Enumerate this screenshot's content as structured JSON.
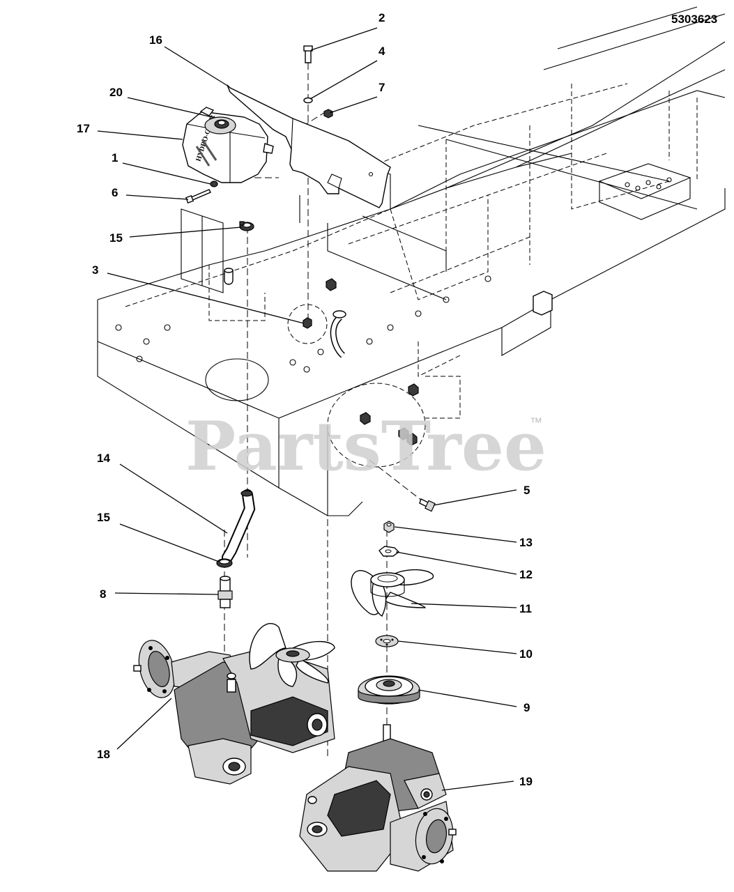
{
  "document_number": "5303623",
  "watermark": {
    "text": "PartsTree",
    "trademark": "™"
  },
  "callouts": [
    {
      "id": "c2",
      "label": "2"
    },
    {
      "id": "c4",
      "label": "4"
    },
    {
      "id": "c7",
      "label": "7"
    },
    {
      "id": "c16",
      "label": "16"
    },
    {
      "id": "c20",
      "label": "20"
    },
    {
      "id": "c17",
      "label": "17"
    },
    {
      "id": "c1",
      "label": "1"
    },
    {
      "id": "c6",
      "label": "6"
    },
    {
      "id": "c15a",
      "label": "15"
    },
    {
      "id": "c3",
      "label": "3"
    },
    {
      "id": "c14",
      "label": "14"
    },
    {
      "id": "c15b",
      "label": "15"
    },
    {
      "id": "c8",
      "label": "8"
    },
    {
      "id": "c5",
      "label": "5"
    },
    {
      "id": "c13",
      "label": "13"
    },
    {
      "id": "c12",
      "label": "12"
    },
    {
      "id": "c11",
      "label": "11"
    },
    {
      "id": "c10",
      "label": "10"
    },
    {
      "id": "c9",
      "label": "9"
    },
    {
      "id": "c18",
      "label": "18"
    },
    {
      "id": "c19",
      "label": "19"
    }
  ],
  "reservoir_decal": "HYDRO-GEAR"
}
